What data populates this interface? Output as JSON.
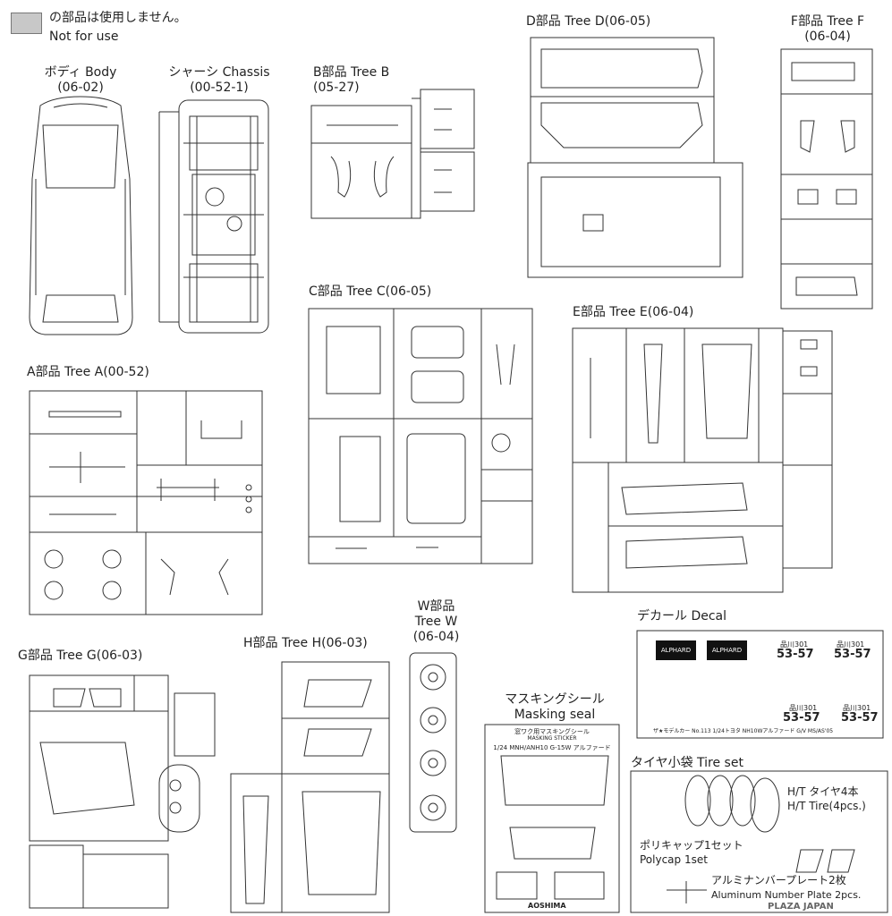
{
  "legend": {
    "jp": "の部品は使用しません。",
    "en": "Not for use"
  },
  "groups": {
    "body": {
      "title": "ボディ Body",
      "code": "(06-02)"
    },
    "chassis": {
      "title": "シャーシ Chassis",
      "code": "(00-52-1)"
    },
    "tree_b": {
      "title": "B部品 Tree B",
      "code": "(05-27)"
    },
    "tree_d": {
      "title": "D部品 Tree D(06-05)"
    },
    "tree_f": {
      "title": "F部品 Tree F",
      "code": "(06-04)"
    },
    "tree_a": {
      "title": "A部品 Tree A(00-52)"
    },
    "tree_c": {
      "title": "C部品 Tree C(06-05)"
    },
    "tree_e": {
      "title": "E部品 Tree E(06-04)"
    },
    "tree_w": {
      "title": "W部品",
      "title2": "Tree W",
      "code": "(06-04)"
    },
    "decal": {
      "title": "デカール Decal"
    },
    "tree_g": {
      "title": "G部品 Tree G(06-03)"
    },
    "tree_h": {
      "title": "H部品 Tree H(06-03)"
    },
    "masking": {
      "title": "マスキングシール",
      "title2": "Masking seal"
    },
    "tire_set": {
      "title": "タイヤ小袋 Tire set"
    }
  },
  "decal_sheet": {
    "brand1": "ALPHARD",
    "brand2": "ALPHARD",
    "plate_top": "品川301",
    "plate_num": "53-57",
    "footer": "ザ★モデルカー No.113 1/24トヨタ NH10Wアルファード G/V MS/AS'05"
  },
  "masking_sheet": {
    "title_jp": "窓ワク用マスキングシール",
    "title_en": "MASKING STICKER",
    "model": "1/24 MNH/ANH10 G-15W アルファード",
    "maker": "AOSHIMA"
  },
  "tire_set_items": {
    "tire_jp": "H/T タイヤ4本",
    "tire_en": "H/T Tire(4pcs.)",
    "polycap_jp": "ポリキャップ1セット",
    "polycap_en": "Polycap 1set",
    "plate_jp": "アルミナンバープレート2枚",
    "plate_en": "Aluminum Number Plate 2pcs."
  },
  "watermark": "PLAZA JAPAN"
}
